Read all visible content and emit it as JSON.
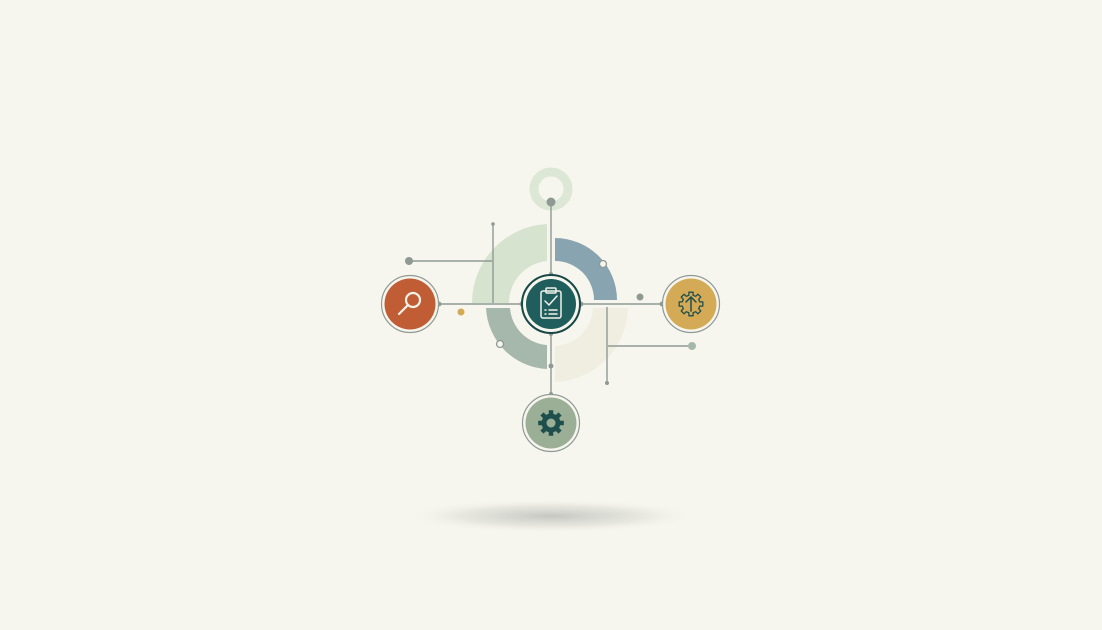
{
  "colors": {
    "background": "#f7f6ee",
    "line": "#8f9a95",
    "center_fill": "#1f5e5c",
    "center_ring": "#174846",
    "search_fill": "#c05d35",
    "gear_fill": "#9aaf96",
    "upgrade_fill": "#d4aa57",
    "arc_light_green": "#d6e3cf",
    "arc_blue_gray": "#88a4b0",
    "arc_sage": "#a6b8ab",
    "arc_cream": "#efeee0",
    "top_ring": "#dce7d6",
    "icon_light": "#f2f1e8",
    "icon_dark": "#1f4f4c"
  },
  "diagram": {
    "center_node": {
      "icon": "clipboard-check-icon"
    },
    "nodes": [
      {
        "id": "search",
        "icon": "magnifier-icon"
      },
      {
        "id": "upgrade",
        "icon": "gear-arrow-up-icon"
      },
      {
        "id": "settings",
        "icon": "gear-icon"
      }
    ],
    "top_marker": {
      "icon": "ring-icon"
    }
  }
}
